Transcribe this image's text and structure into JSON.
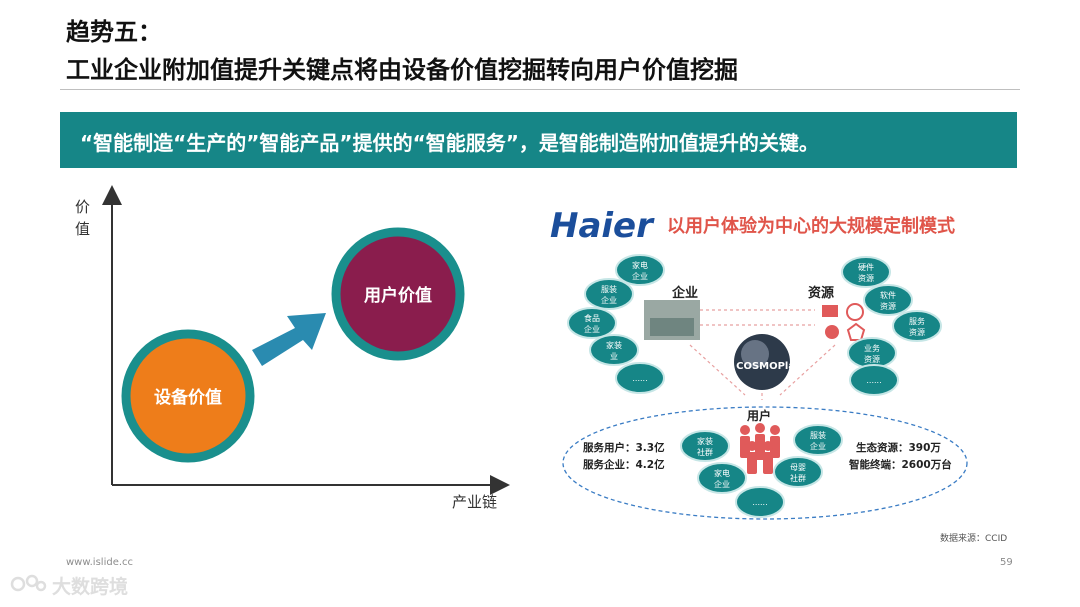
{
  "header": {
    "line1": "趋势五：",
    "line2": "工业企业附加值提升关键点将由设备价值挖掘转向用户价值挖掘"
  },
  "banner": {
    "text": "“智能制造“生产的”智能产品”提供的“智能服务”，是智能制造附加值提升的关键。"
  },
  "left_chart": {
    "y_label": "价值",
    "x_label": "产业链",
    "circle_equipment": "设备价值",
    "circle_user": "用户价值"
  },
  "haier": {
    "logo": "Haier",
    "slogan": "以用户体验为中心的大规模定制模式",
    "hub": "COSMOPlat",
    "enterprise_label": "企业",
    "resource_label": "资源",
    "user_label": "用户",
    "enterprise_nodes": [
      "家电\n企业",
      "服装\n企业",
      "食品\n企业",
      "家装\n业",
      "......"
    ],
    "resource_nodes": [
      "硬件\n资源",
      "软件\n资源",
      "服务\n资源",
      "业务\n资源",
      "......"
    ],
    "user_nodes": [
      "家装\n社群",
      "服装\n企业",
      "家电\n企业",
      "母婴\n社群",
      "......"
    ],
    "stats_left": [
      "服务用户：3.3亿",
      "服务企业：4.2亿"
    ],
    "stats_right": [
      "生态资源：390万",
      "智能终端：2600万台"
    ]
  },
  "footer": {
    "url": "www.islide.cc",
    "page": "59",
    "source": "数据来源：CCID",
    "watermark": "大数跨境"
  },
  "colors": {
    "teal": "#168687",
    "orange": "#ee7d1a",
    "maroon": "#8a1d4d",
    "ring_teal": "#1a8f8d",
    "arrow": "#2a8bb0",
    "haier_blue": "#1b4e9b",
    "slogan_red": "#e0554a"
  }
}
